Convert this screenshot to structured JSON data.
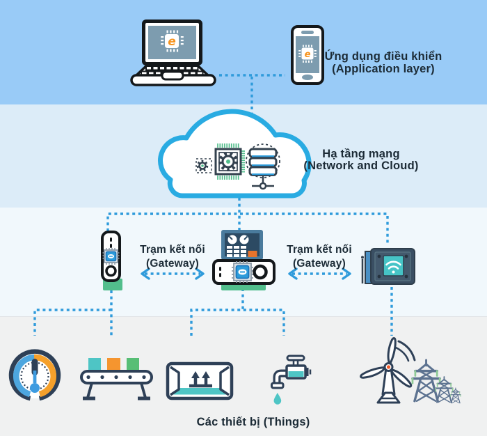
{
  "diagram": {
    "layers": {
      "application": {
        "label_vi": "Ứng dụng điều khiển",
        "label_en": "(Application layer)"
      },
      "network": {
        "label_vi": "Hạ tầng mạng",
        "label_en": "(Network and Cloud)"
      },
      "gateway_left": {
        "label_vi": "Trạm kết nối",
        "label_en": "(Gateway)"
      },
      "gateway_right": {
        "label_vi": "Trạm kết nối",
        "label_en": "(Gateway)"
      },
      "things": {
        "label": "Các thiết bị (Things)"
      }
    },
    "logo_letter": "e",
    "icons": [
      "laptop-icon",
      "smartphone-icon",
      "cloud-icon",
      "cpu-gears-icon",
      "server-stack-icon",
      "gateway-pillar-icon",
      "control-monitor-icon",
      "gateway-console-icon",
      "wifi-module-icon",
      "gauge-thermometer-icon",
      "conveyor-belt-icon",
      "open-crate-icon",
      "water-faucet-icon",
      "wind-turbine-icon",
      "power-grid-towers-icon"
    ]
  },
  "palette": {
    "band_application": "#99CBF7",
    "band_network": "#DCECF8",
    "band_gateway": "#F1F8FC",
    "band_things": "#F0F1F1",
    "connector_blue": "#2F9BDB",
    "text_dark": "#1C2B36",
    "cloud_stroke": "#29ABE2",
    "icon_navy": "#2E4057",
    "icon_dark": "#33414E",
    "outline_black": "#14181B",
    "teal": "#4EC5C5",
    "orange": "#F5952F",
    "green": "#52BE8C",
    "chip_blue": "#2D9CDB",
    "screen_slate": "#7D9CAF",
    "logo_orange": "#F7941E",
    "steel_blue": "#4A7B9D",
    "dark_slate": "#3A4F63",
    "tower_slate": "#5C7290",
    "tower_green": "#8FCB96",
    "accent_red_orange": "#F15A29",
    "thermo_blue": "#3D9BE0",
    "gauge_blue": "#4DA6DF",
    "gauge_orange": "#F5A02B",
    "monitor_screen": "#2C4A63",
    "monitor_orange": "#E8742C"
  }
}
